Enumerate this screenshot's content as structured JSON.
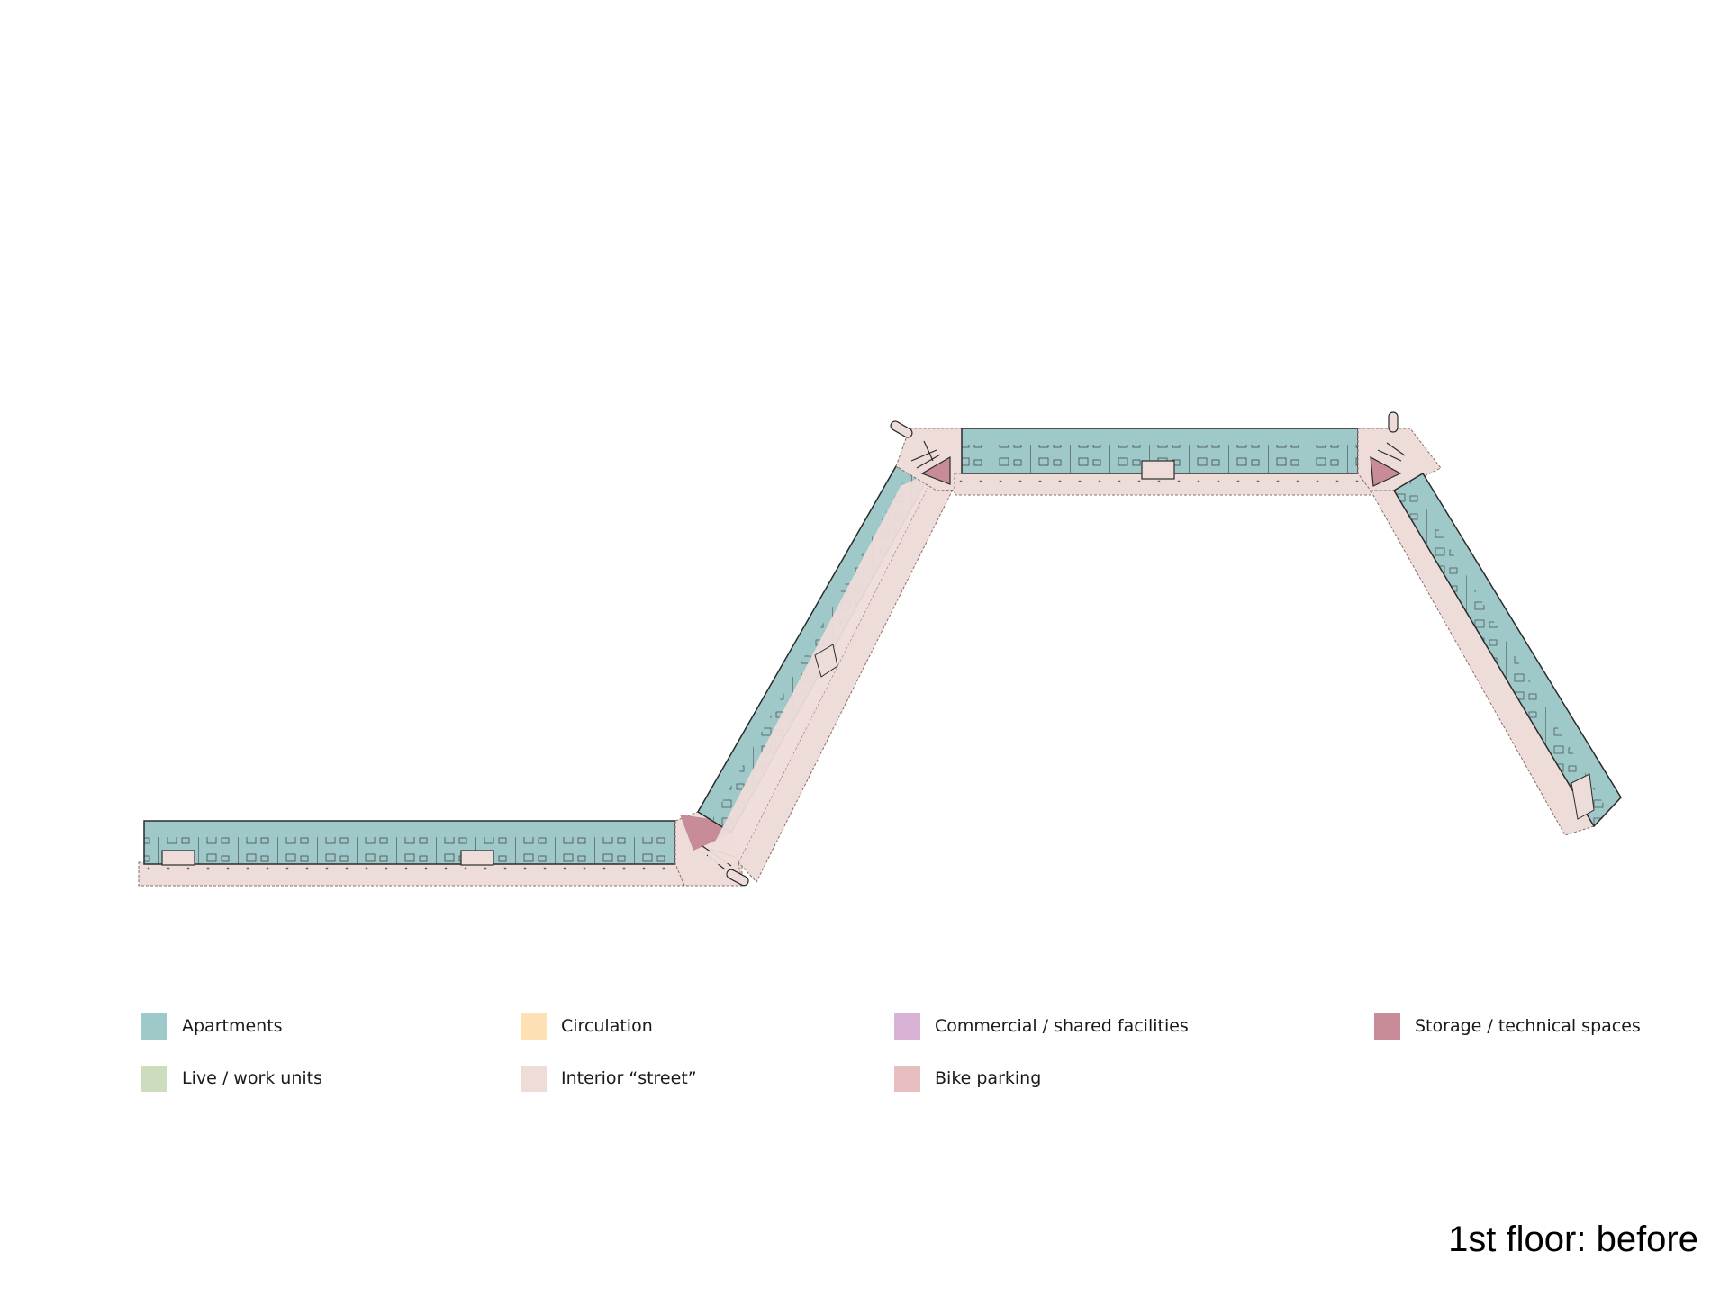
{
  "colors": {
    "apartments": "#9fc8c9",
    "live_work": "#cddcbd",
    "circulation": "#fde0b3",
    "street": "#eedcd9",
    "commercial": "#d8b3d6",
    "bike": "#e8bfc0",
    "storage": "#c78c98",
    "wall": "#2b2b2b"
  },
  "legend": [
    {
      "label": "Apartments",
      "color": "#9fc8c9"
    },
    {
      "label": "Live / work units",
      "color": "#cddcbd"
    },
    {
      "label": "Circulation",
      "color": "#fde0b3"
    },
    {
      "label": "Interior “street”",
      "color": "#eedcd9"
    },
    {
      "label": "Commercial / shared facilities",
      "color": "#d8b3d6"
    },
    {
      "label": "Bike parking",
      "color": "#e8bfc0"
    },
    {
      "label": "Storage / technical spaces",
      "color": "#c78c98"
    }
  ],
  "caption": "1st floor: before"
}
